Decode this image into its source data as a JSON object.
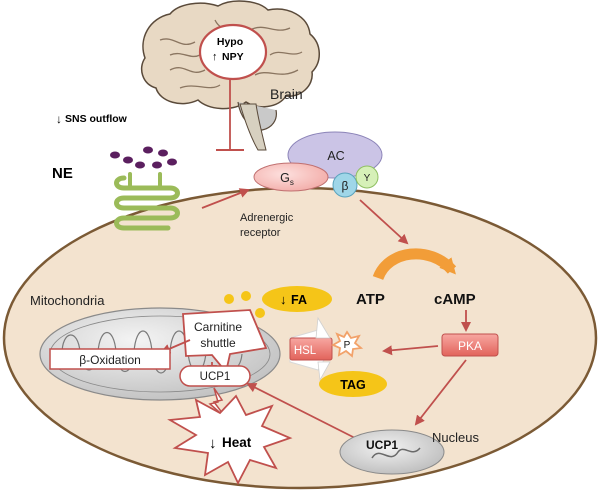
{
  "labels": {
    "hypo": "Hypo",
    "npy": "NPY",
    "brain": "Brain",
    "sns_outflow": "SNS outflow",
    "ne": "NE",
    "ac": "AC",
    "gs_main": "G",
    "gs_sub": "s",
    "beta": "β",
    "gamma": "Y",
    "adrenergic_line1": "Adrenergic",
    "adrenergic_line2": "receptor",
    "atp": "ATP",
    "camp": "cAMP",
    "mitochondria": "Mitochondria",
    "carnitine_line1": "Carnitine",
    "carnitine_line2": "shuttle",
    "fa": "FA",
    "beta_oxidation": "β-Oxidation",
    "ucp1_mito": "UCP1",
    "hsl": "HSL",
    "p": "P",
    "pka": "PKA",
    "tag": "TAG",
    "heat": "Heat",
    "ucp1_nucleus": "UCP1",
    "nucleus": "Nucleus"
  },
  "colors": {
    "arrow": "#c0504d",
    "cell_fill": "#f3e3cf",
    "cell_stroke": "#7b5a35",
    "receptor": "#9bbb59",
    "ne_dots": "#5b1f5f",
    "ac_fill": "#cbc4e6",
    "gs_fill": "#f5b4b1",
    "beta_fill": "#9fd6e8",
    "gamma_fill": "#d6f0b8",
    "atp_arrow": "#f29d38",
    "fa_tag_fill": "#f5c518",
    "hsl_pka_fill": "#f28c86",
    "mito_fill": "#d4d4d4"
  }
}
